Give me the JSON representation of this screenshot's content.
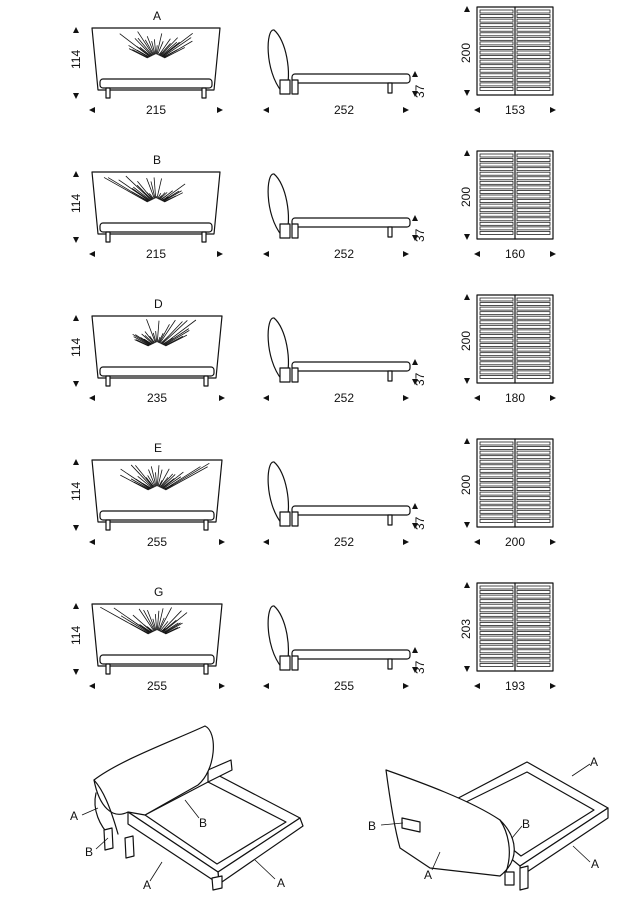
{
  "rows": [
    {
      "model": "A",
      "height": "114",
      "width_front": "215",
      "length_side": "252",
      "leg_height": "37",
      "slat_length": "200",
      "slat_width": "153"
    },
    {
      "model": "B",
      "height": "114",
      "width_front": "215",
      "length_side": "252",
      "leg_height": "37",
      "slat_length": "200",
      "slat_width": "160"
    },
    {
      "model": "D",
      "height": "114",
      "width_front": "235",
      "length_side": "252",
      "leg_height": "37",
      "slat_length": "200",
      "slat_width": "180"
    },
    {
      "model": "E",
      "height": "114",
      "width_front": "255",
      "length_side": "252",
      "leg_height": "37",
      "slat_length": "200",
      "slat_width": "200"
    },
    {
      "model": "G",
      "height": "114",
      "width_front": "255",
      "length_side": "255",
      "leg_height": "37",
      "slat_length": "203",
      "slat_width": "193"
    }
  ],
  "perspective_left": {
    "labels": [
      "A",
      "B",
      "B",
      "A",
      "A"
    ]
  },
  "perspective_right": {
    "labels": [
      "A",
      "B",
      "B",
      "A",
      "A"
    ]
  }
}
